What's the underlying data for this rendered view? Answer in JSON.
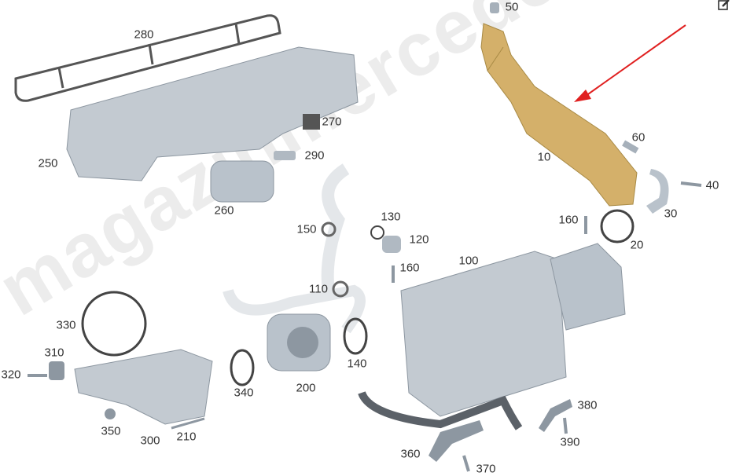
{
  "watermark": "magazinmercedes.ru",
  "edit_icon": "edit-icon",
  "colors": {
    "highlight_part": "#d4b06a",
    "part": "#b9c2cb",
    "arrow": "#e02020",
    "label": "#333333"
  },
  "callouts": [
    {
      "id": "50",
      "label": "50"
    },
    {
      "id": "280",
      "label": "280"
    },
    {
      "id": "270",
      "label": "270"
    },
    {
      "id": "290",
      "label": "290"
    },
    {
      "id": "250",
      "label": "250"
    },
    {
      "id": "260",
      "label": "260"
    },
    {
      "id": "60",
      "label": "60"
    },
    {
      "id": "10",
      "label": "10"
    },
    {
      "id": "40",
      "label": "40"
    },
    {
      "id": "30",
      "label": "30"
    },
    {
      "id": "160a",
      "label": "160"
    },
    {
      "id": "20",
      "label": "20"
    },
    {
      "id": "150",
      "label": "150"
    },
    {
      "id": "130",
      "label": "130"
    },
    {
      "id": "120",
      "label": "120"
    },
    {
      "id": "160b",
      "label": "160"
    },
    {
      "id": "100",
      "label": "100"
    },
    {
      "id": "110",
      "label": "110"
    },
    {
      "id": "330",
      "label": "330"
    },
    {
      "id": "140",
      "label": "140"
    },
    {
      "id": "310",
      "label": "310"
    },
    {
      "id": "320",
      "label": "320"
    },
    {
      "id": "340",
      "label": "340"
    },
    {
      "id": "200",
      "label": "200"
    },
    {
      "id": "350",
      "label": "350"
    },
    {
      "id": "300",
      "label": "300"
    },
    {
      "id": "210",
      "label": "210"
    },
    {
      "id": "380",
      "label": "380"
    },
    {
      "id": "390",
      "label": "390"
    },
    {
      "id": "360",
      "label": "360"
    },
    {
      "id": "370",
      "label": "370"
    }
  ]
}
